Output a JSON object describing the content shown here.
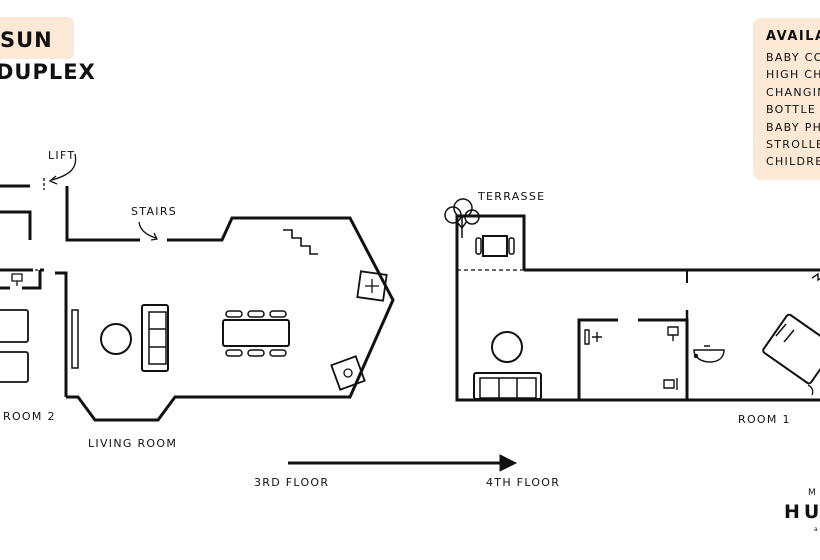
{
  "header": {
    "title_line_1": "SUN",
    "title_line_2": "DUPLEX",
    "badge_color": "#fbe9d6"
  },
  "availability": {
    "title": "AVAILA",
    "items": [
      "BABY CO",
      "HIGH CH",
      "CHANGIN",
      "BOTTLE",
      "BABY PH",
      "STROLLE",
      "CHILDRE"
    ]
  },
  "labels": {
    "lift": "LIFT",
    "stairs": "STAIRS",
    "terrasse": "TERRASSE",
    "room_2": "ROOM 2",
    "living_room": "LIVING ROOM",
    "room_1": "ROOM 1",
    "floor_from": "3RD FLOOR",
    "floor_to": "4TH FLOOR"
  },
  "logo": {
    "small": "M",
    "big": "HU",
    "tiny": "a"
  }
}
